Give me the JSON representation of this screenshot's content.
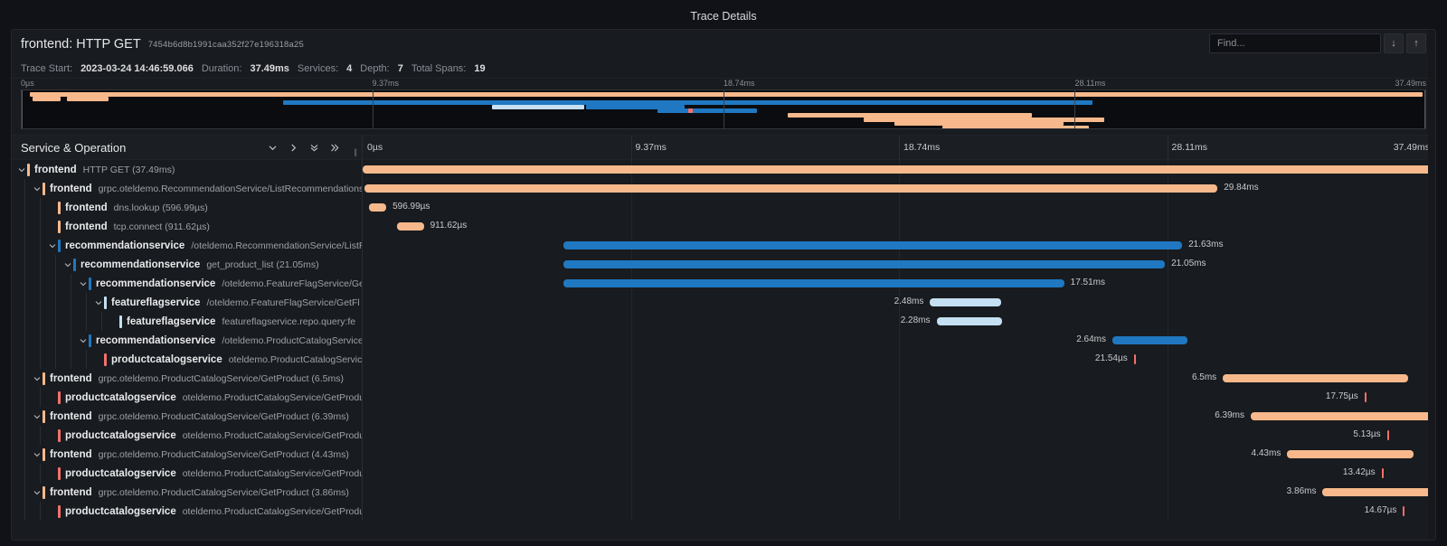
{
  "window": {
    "title": "Trace Details"
  },
  "trace": {
    "title": "frontend: HTTP GET",
    "id": "7454b6d8b1991caa352f27e196318a25",
    "meta": {
      "start_label": "Trace Start:",
      "start_value": "2023-03-24 14:46:59.066",
      "duration_label": "Duration:",
      "duration_value": "37.49ms",
      "services_label": "Services:",
      "services_value": "4",
      "depth_label": "Depth:",
      "depth_value": "7",
      "spans_label": "Total Spans:",
      "spans_value": "19"
    }
  },
  "search": {
    "placeholder": "Find...",
    "next_icon": "↓",
    "prev_icon": "↑"
  },
  "columns": {
    "left_title": "Service & Operation",
    "controls": [
      {
        "name": "collapse-one-icon",
        "glyph": "⌄"
      },
      {
        "name": "expand-one-icon",
        "glyph": "›"
      },
      {
        "name": "collapse-all-icon",
        "glyph": "»"
      },
      {
        "name": "expand-all-icon",
        "glyph": "»"
      }
    ]
  },
  "timeline": {
    "ticks": [
      "0µs",
      "9.37ms",
      "18.74ms",
      "28.11ms",
      "37.49ms"
    ],
    "tick_pct": [
      0,
      25,
      50,
      75,
      100
    ],
    "total_ms": 37.49
  },
  "colors": {
    "frontend": "#f7b98c",
    "recommendationservice": "#1f78c1",
    "featureflagservice": "#c4e0f2",
    "productcatalogservice": "#f2716b",
    "background": "#181b1f",
    "panel_border": "#24262b"
  },
  "minimap": {
    "bars": [
      {
        "service": "frontend",
        "left_pct": 0.6,
        "width_pct": 99.2,
        "row": 0
      },
      {
        "service": "frontend",
        "left_pct": 0.8,
        "width_pct": 2.0,
        "row": 1
      },
      {
        "service": "frontend",
        "left_pct": 3.2,
        "width_pct": 3.0,
        "row": 1
      },
      {
        "service": "recommendationservice",
        "left_pct": 18.6,
        "width_pct": 57.7,
        "row": 2
      },
      {
        "service": "featureflagservice",
        "left_pct": 33.5,
        "width_pct": 6.6,
        "row": 3
      },
      {
        "service": "recommendationservice",
        "left_pct": 40.2,
        "width_pct": 7.0,
        "row": 3
      },
      {
        "service": "recommendationservice",
        "left_pct": 45.3,
        "width_pct": 7.1,
        "row": 4
      },
      {
        "service": "productcatalogservice",
        "left_pct": 47.5,
        "width_pct": 0.3,
        "row": 4
      },
      {
        "service": "frontend",
        "left_pct": 54.6,
        "width_pct": 17.4,
        "row": 5
      },
      {
        "service": "frontend",
        "left_pct": 60.0,
        "width_pct": 17.1,
        "row": 6
      },
      {
        "service": "frontend",
        "left_pct": 62.2,
        "width_pct": 12.0,
        "row": 7
      },
      {
        "service": "frontend",
        "left_pct": 65.6,
        "width_pct": 10.4,
        "row": 8
      }
    ],
    "selection_left_pct": 0,
    "selection_right_pct": 100
  },
  "spans": [
    {
      "service": "frontend",
      "operation": "HTTP GET (37.49ms)",
      "depth": 0,
      "caret": "down",
      "bar": {
        "left_pct": 0.0,
        "width_pct": 100.0
      },
      "duration": "",
      "label_side": "none"
    },
    {
      "service": "frontend",
      "operation": "grpc.oteldemo.RecommendationService/ListRecommendations",
      "depth": 1,
      "caret": "down",
      "bar": {
        "left_pct": 0.2,
        "width_pct": 79.5
      },
      "duration": "29.84ms",
      "label_side": "right"
    },
    {
      "service": "frontend",
      "operation": "dns.lookup (596.99µs)",
      "depth": 2,
      "caret": "none",
      "bar": {
        "left_pct": 0.6,
        "width_pct": 1.6
      },
      "duration": "596.99µs",
      "label_side": "right"
    },
    {
      "service": "frontend",
      "operation": "tcp.connect (911.62µs)",
      "depth": 2,
      "caret": "none",
      "bar": {
        "left_pct": 3.2,
        "width_pct": 2.5
      },
      "duration": "911.62µs",
      "label_side": "right"
    },
    {
      "service": "recommendationservice",
      "operation": "/oteldemo.RecommendationService/ListR",
      "depth": 2,
      "caret": "down",
      "bar": {
        "left_pct": 18.7,
        "width_pct": 57.7
      },
      "duration": "21.63ms",
      "label_side": "right"
    },
    {
      "service": "recommendationservice",
      "operation": "get_product_list (21.05ms)",
      "depth": 3,
      "caret": "down",
      "bar": {
        "left_pct": 18.7,
        "width_pct": 56.1
      },
      "duration": "21.05ms",
      "label_side": "right"
    },
    {
      "service": "recommendationservice",
      "operation": "/oteldemo.FeatureFlagService/Ge",
      "depth": 4,
      "caret": "down",
      "bar": {
        "left_pct": 18.7,
        "width_pct": 46.7
      },
      "duration": "17.51ms",
      "label_side": "right"
    },
    {
      "service": "featureflagservice",
      "operation": "/oteldemo.FeatureFlagService/GetFl",
      "depth": 5,
      "caret": "down",
      "bar": {
        "left_pct": 52.9,
        "width_pct": 6.6
      },
      "duration": "2.48ms",
      "label_side": "left"
    },
    {
      "service": "featureflagservice",
      "operation": "featureflagservice.repo.query:fe",
      "depth": 6,
      "caret": "none",
      "bar": {
        "left_pct": 53.5,
        "width_pct": 6.1
      },
      "duration": "2.28ms",
      "label_side": "left"
    },
    {
      "service": "recommendationservice",
      "operation": "/oteldemo.ProductCatalogService",
      "depth": 4,
      "caret": "down",
      "bar": {
        "left_pct": 69.9,
        "width_pct": 7.0
      },
      "duration": "2.64ms",
      "label_side": "left"
    },
    {
      "service": "productcatalogservice",
      "operation": "oteldemo.ProductCatalogServic",
      "depth": 5,
      "caret": "none",
      "bar": {
        "left_pct": 71.9,
        "width_pct": 0.1
      },
      "duration": "21.54µs",
      "label_side": "left"
    },
    {
      "service": "frontend",
      "operation": "grpc.oteldemo.ProductCatalogService/GetProduct (6.5ms)",
      "depth": 1,
      "caret": "down",
      "bar": {
        "left_pct": 80.2,
        "width_pct": 17.3
      },
      "duration": "6.5ms",
      "label_side": "left"
    },
    {
      "service": "productcatalogservice",
      "operation": "oteldemo.ProductCatalogService/GetProdu",
      "depth": 2,
      "caret": "none",
      "bar": {
        "left_pct": 93.4,
        "width_pct": 0.1
      },
      "duration": "17.75µs",
      "label_side": "left"
    },
    {
      "service": "frontend",
      "operation": "grpc.oteldemo.ProductCatalogService/GetProduct (6.39ms)",
      "depth": 1,
      "caret": "down",
      "bar": {
        "left_pct": 82.8,
        "width_pct": 17.0
      },
      "duration": "6.39ms",
      "label_side": "left"
    },
    {
      "service": "productcatalogservice",
      "operation": "oteldemo.ProductCatalogService/GetProdu",
      "depth": 2,
      "caret": "none",
      "bar": {
        "left_pct": 95.5,
        "width_pct": 0.1
      },
      "duration": "5.13µs",
      "label_side": "left"
    },
    {
      "service": "frontend",
      "operation": "grpc.oteldemo.ProductCatalogService/GetProduct (4.43ms)",
      "depth": 1,
      "caret": "down",
      "bar": {
        "left_pct": 86.2,
        "width_pct": 11.8
      },
      "duration": "4.43ms",
      "label_side": "left"
    },
    {
      "service": "productcatalogservice",
      "operation": "oteldemo.ProductCatalogService/GetProdu",
      "depth": 2,
      "caret": "none",
      "bar": {
        "left_pct": 95.0,
        "width_pct": 0.1
      },
      "duration": "13.42µs",
      "label_side": "left"
    },
    {
      "service": "frontend",
      "operation": "grpc.oteldemo.ProductCatalogService/GetProduct (3.86ms)",
      "depth": 1,
      "caret": "down",
      "bar": {
        "left_pct": 89.5,
        "width_pct": 10.3
      },
      "duration": "3.86ms",
      "label_side": "left"
    },
    {
      "service": "productcatalogservice",
      "operation": "oteldemo.ProductCatalogService/GetProdu",
      "depth": 2,
      "caret": "none",
      "bar": {
        "left_pct": 97.0,
        "width_pct": 0.1
      },
      "duration": "14.67µs",
      "label_side": "left"
    }
  ]
}
